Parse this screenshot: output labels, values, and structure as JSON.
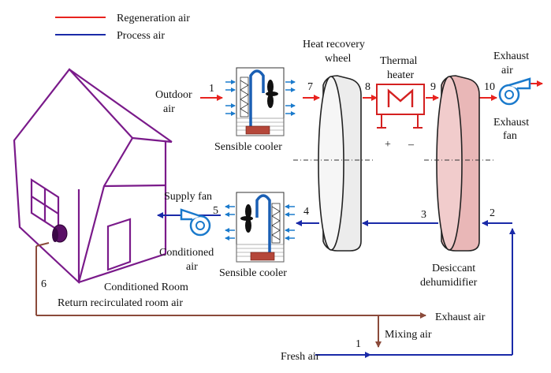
{
  "legend": {
    "regeneration": {
      "label": "Regeneration air",
      "color": "#e8231f"
    },
    "process": {
      "label": "Process air",
      "color": "#1a2aa8"
    }
  },
  "colors": {
    "house": "#7a1a8a",
    "return_air": "#8b4a3a",
    "cooler_tube": "#1a5fb4",
    "brick": "#b5473a",
    "heater": "#d42020",
    "desiccant": "#e9b7b7",
    "wheel": "#ececec",
    "fan": "#1a7acc"
  },
  "labels": {
    "outdoor_air": [
      "Outdoor",
      "air"
    ],
    "heat_recovery_wheel": [
      "Heat recovery",
      "wheel"
    ],
    "thermal_heater": [
      "Thermal",
      "heater"
    ],
    "heater_plus": "+",
    "heater_minus": "–",
    "exhaust_air_top": [
      "Exhaust",
      "air"
    ],
    "exhaust_fan": [
      "Exhaust",
      "fan"
    ],
    "sensible_cooler_top": "Sensible cooler",
    "sensible_cooler_bottom": "Sensible cooler",
    "supply_fan": "Supply fan",
    "conditioned_air": [
      "Conditioned",
      "air"
    ],
    "desiccant_dehumidifier": [
      "Desiccant",
      "dehumidifier"
    ],
    "conditioned_room": "Conditioned Room",
    "return_recirculated": "Return recirculated room air",
    "exhaust_air_bottom": "Exhaust air",
    "mixing_air": "Mixing air",
    "fresh_air": "Fresh air"
  },
  "state_points": {
    "p1_top": "1",
    "p7": "7",
    "p8": "8",
    "p9": "9",
    "p10": "10",
    "p2": "2",
    "p3": "3",
    "p4": "4",
    "p5": "5",
    "p6": "6",
    "p1_bottom": "1"
  }
}
